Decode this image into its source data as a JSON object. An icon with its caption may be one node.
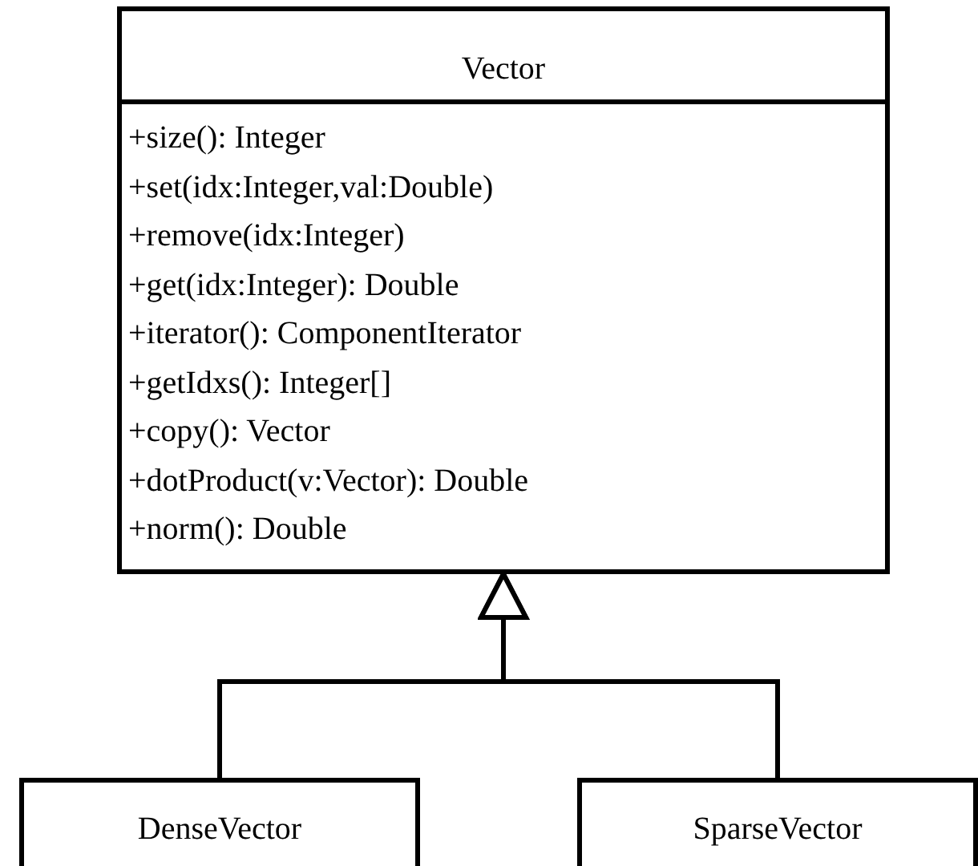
{
  "diagram": {
    "nodes": [
      {
        "text": [
          "Vector",
          "+size(): Integer",
          "+set(idx:Integer,val:Double)",
          "+remove(idx:Integer)",
          "+get(idx:Integer): Double",
          "+iterator(): ComponentIterator",
          "+getIdxs(): Integer[]",
          "+copy(): Vector",
          "+dotProduct(v:Vector): Double",
          "+norm(): Double"
        ]
      },
      {
        "text": [
          "DenseVector"
        ]
      },
      {
        "text": [
          "SparseVector"
        ]
      }
    ],
    "edges": [
      {
        "from": 1,
        "to": 0,
        "arrow": "to"
      },
      {
        "from": 2,
        "to": 0,
        "arrow": "to"
      }
    ]
  }
}
